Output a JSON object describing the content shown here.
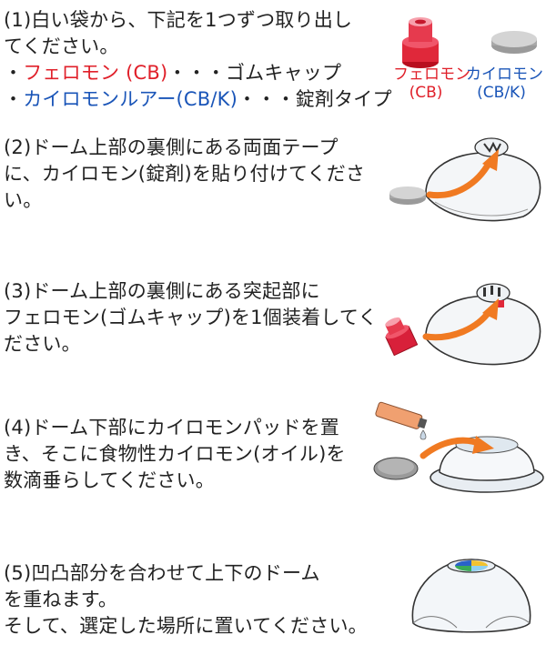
{
  "steps": [
    {
      "lines": [
        "(1)白い袋から、下記を1つずつ取り出し",
        "てください。"
      ],
      "items": [
        {
          "bullet": "・",
          "name": "フェロモン (CB)",
          "rest": "・・・ゴムキャップ"
        },
        {
          "bullet": "・",
          "name": "カイロモンルアー(CB/K)",
          "rest": "・・・錠剤タイプ"
        }
      ]
    },
    {
      "lines": [
        "(2)ドーム上部の裏側にある両面テープ",
        "に、カイロモン(錠剤)を貼り付けてくださ",
        "い。"
      ]
    },
    {
      "lines": [
        "(3)ドーム上部の裏側にある突起部に",
        "フェロモン(ゴムキャップ)を1個装着してく",
        "ださい。"
      ]
    },
    {
      "lines": [
        "(4)ドーム下部にカイロモンパッドを置",
        "き、そこに食物性カイロモン(オイル)を",
        "数滴垂らしてください。"
      ]
    },
    {
      "lines": [
        "(5)凹凸部分を合わせて上下のドーム",
        "を重ねます。",
        "そして、選定した場所に置いてください。"
      ]
    }
  ],
  "illustration_labels": {
    "pheromone": {
      "name": "フェロモン",
      "code": "(CB)"
    },
    "kairomone": {
      "name": "カイロモン",
      "code": "(CB/K)"
    }
  },
  "colors": {
    "pheromone_red": "#e0202a",
    "kairomone_blue": "#1a55b8",
    "arrow_orange": "#f07a22",
    "text": "#222222"
  }
}
